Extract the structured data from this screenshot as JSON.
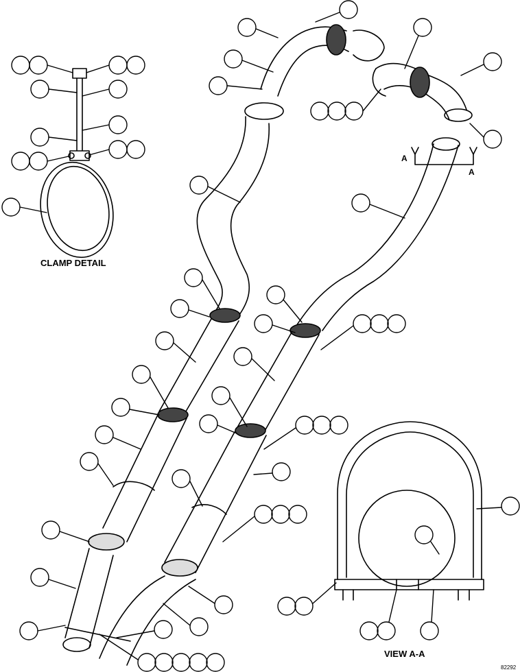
{
  "labels": {
    "clamp_detail": "CLAMP DETAIL",
    "view_aa": "VIEW A-A",
    "section_mark": "A",
    "drawing_code": "82292"
  }
}
